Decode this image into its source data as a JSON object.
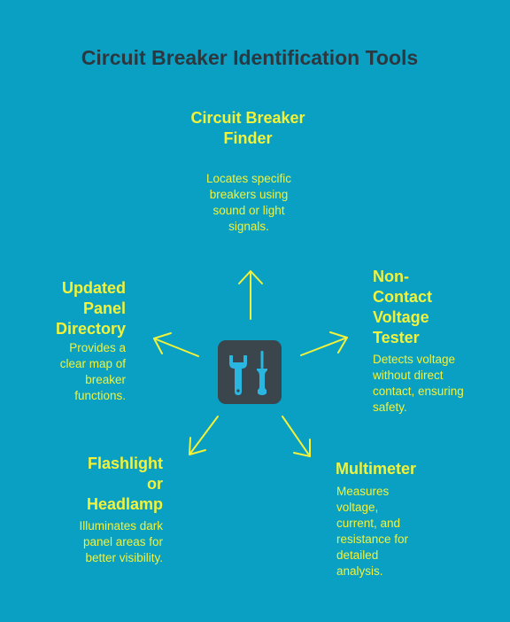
{
  "title": "Circuit Breaker Identification Tools",
  "colors": {
    "background": "#0aa0c4",
    "accent": "#f2f23a",
    "hub": "#3a454c",
    "hub_icon": "#29b6e0",
    "title_text": "#2c3840"
  },
  "hub_icon": "wrench-and-screwdriver-icon",
  "nodes": {
    "finder": {
      "title_lines": [
        "Circuit Breaker",
        "Finder"
      ],
      "desc_lines": [
        "Locates specific",
        "breakers using",
        "sound or light",
        "signals."
      ]
    },
    "non_contact": {
      "title_lines": [
        "Non-",
        "Contact",
        "Voltage",
        "Tester"
      ],
      "desc_lines": [
        "Detects voltage",
        "without direct",
        "contact, ensuring",
        "safety."
      ]
    },
    "multimeter": {
      "title_lines": [
        "Multimeter"
      ],
      "desc_lines": [
        "Measures",
        "voltage,",
        "current, and",
        "resistance for",
        "detailed",
        "analysis."
      ]
    },
    "flashlight": {
      "title_lines": [
        "Flashlight",
        "or",
        "Headlamp"
      ],
      "desc_lines": [
        "Illuminates dark",
        "panel areas for",
        "better visibility."
      ]
    },
    "directory": {
      "title_lines": [
        "Updated",
        "Panel",
        "Directory"
      ],
      "desc_lines": [
        "Provides a",
        "clear map of",
        "breaker",
        "functions."
      ]
    }
  }
}
